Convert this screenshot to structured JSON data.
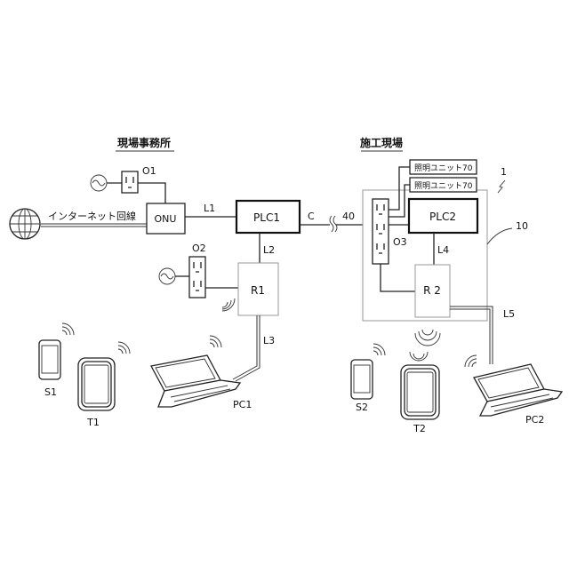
{
  "sections": {
    "office": "現場事務所",
    "site": "施工現場"
  },
  "internet": {
    "label": "インターネット回線"
  },
  "devices": {
    "onu": "ONU",
    "plc1": "PLC1",
    "plc2": "PLC2",
    "r1": "R1",
    "r2": "R 2",
    "o1": "O1",
    "o2": "O2",
    "o3": "O3",
    "s1": "S1",
    "t1": "T1",
    "pc1": "PC1",
    "s2": "S2",
    "t2": "T2",
    "pc2": "PC2"
  },
  "lines": {
    "l1": "L1",
    "l2": "L2",
    "l3": "L3",
    "l4": "L4",
    "l5": "L5",
    "c": "C"
  },
  "lighting_units": [
    "照明ユニット70",
    "照明ユニット70"
  ],
  "refs": {
    "system": "1",
    "region": "10",
    "cable": "40"
  }
}
